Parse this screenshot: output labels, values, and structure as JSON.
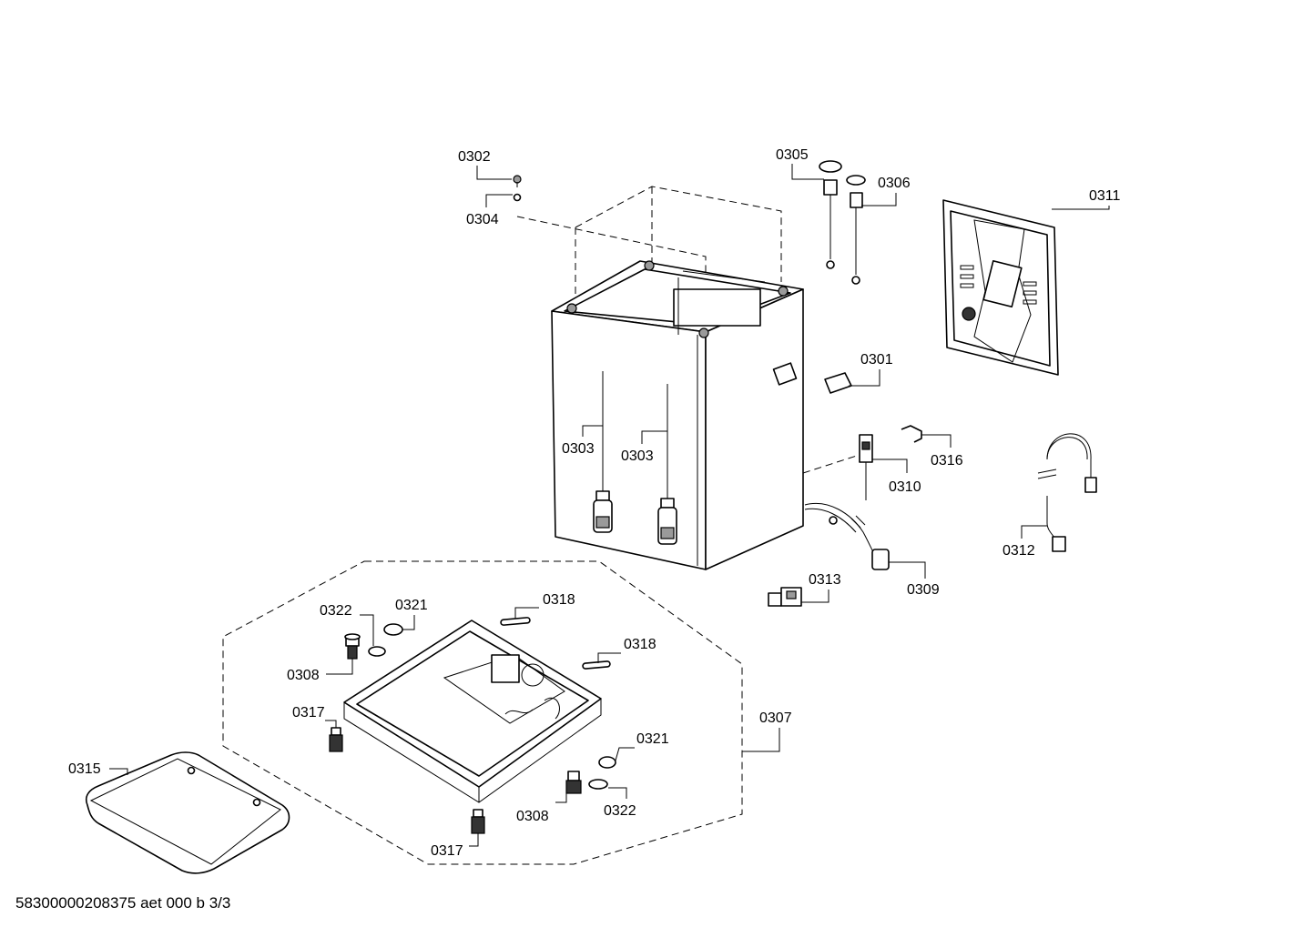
{
  "labels": {
    "l0302": "0302",
    "l0304": "0304",
    "l0305": "0305",
    "l0306": "0306",
    "l0311": "0311",
    "l0301": "0301",
    "l0303a": "0303",
    "l0303b": "0303",
    "l0316": "0316",
    "l0310": "0310",
    "l0312": "0312",
    "l0309": "0309",
    "l0313": "0313",
    "l0318a": "0318",
    "l0318b": "0318",
    "l0322a": "0322",
    "l0321a": "0321",
    "l0308a": "0308",
    "l0317a": "0317",
    "l0307": "0307",
    "l0321b": "0321",
    "l0308b": "0308",
    "l0322b": "0322",
    "l0317b": "0317",
    "l0315": "0315"
  },
  "footer": "58300000208375 aet 000 b 3/3"
}
